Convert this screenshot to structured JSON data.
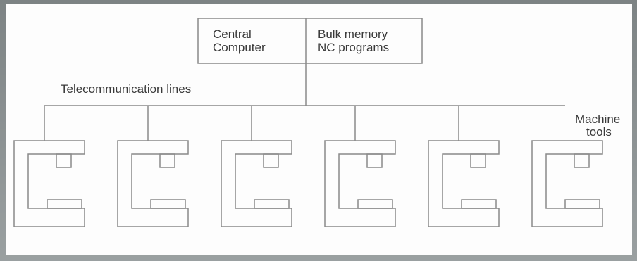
{
  "central_box": {
    "left_line1": "Central",
    "left_line2": "Computer",
    "right_line1": "Bulk memory",
    "right_line2": "NC programs"
  },
  "bus_label": "Telecommunication lines",
  "machines_label": {
    "line1": "Machine",
    "line2": "tools"
  },
  "machine_count": 6,
  "colors": {
    "line": "#8a8a8a",
    "text": "#3a3a3a",
    "background": "#fdfdfd",
    "frame": "#8f9596"
  }
}
